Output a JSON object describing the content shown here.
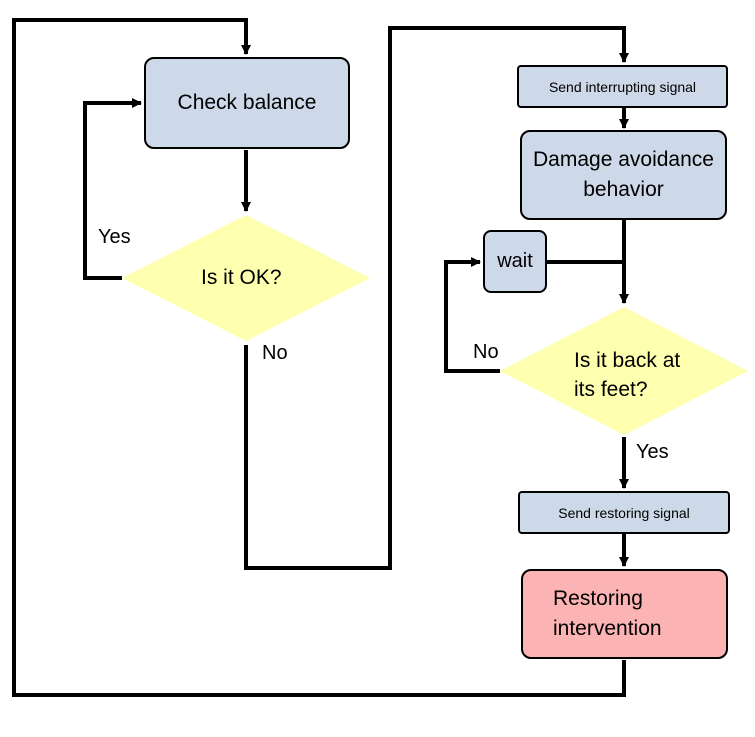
{
  "nodes": {
    "check_balance": "Check balance",
    "is_ok": "Is it OK?",
    "send_interrupting": "Send interrupting signal",
    "damage_avoidance": "Damage avoidance behavior",
    "wait": "wait",
    "back_at_feet_line1": "Is it back at",
    "back_at_feet_line2": "its feet?",
    "send_restoring": "Send restoring signal",
    "restoring_intervention": "Restoring intervention"
  },
  "edge_labels": {
    "ok_yes": "Yes",
    "ok_no": "No",
    "feet_no": "No",
    "feet_yes": "Yes"
  },
  "colors": {
    "process_fill": "#cdd8e8",
    "decision_fill": "#ffffb0",
    "intervention_fill": "#fbb3b3",
    "line": "#000000"
  }
}
